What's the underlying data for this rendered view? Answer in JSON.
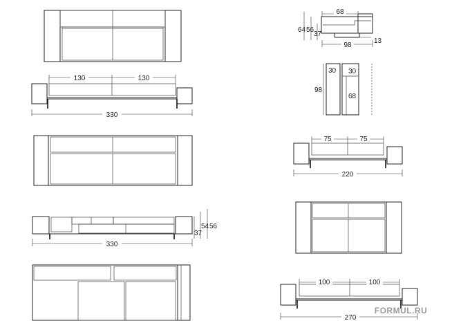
{
  "watermark": "FORMUL.RU",
  "diagram": {
    "sofa330_front": {
      "seat_left": "130",
      "seat_right": "130",
      "total": "330"
    },
    "sofa330_side": {
      "h1": "37",
      "h2": "54",
      "h3": "56",
      "total": "330"
    },
    "section": {
      "top": "68",
      "h_outer": "64",
      "h_mid": "56",
      "h_inner": "37",
      "depth": "98",
      "arm": "13"
    },
    "arm_detail": {
      "height": "98",
      "arm_width": "30",
      "seat_width": "30",
      "seat_depth": "68"
    },
    "sofa220": {
      "seat_left": "75",
      "seat_right": "75",
      "total": "220"
    },
    "sofa270": {
      "seat_left": "100",
      "seat_right": "100",
      "total": "270"
    }
  }
}
